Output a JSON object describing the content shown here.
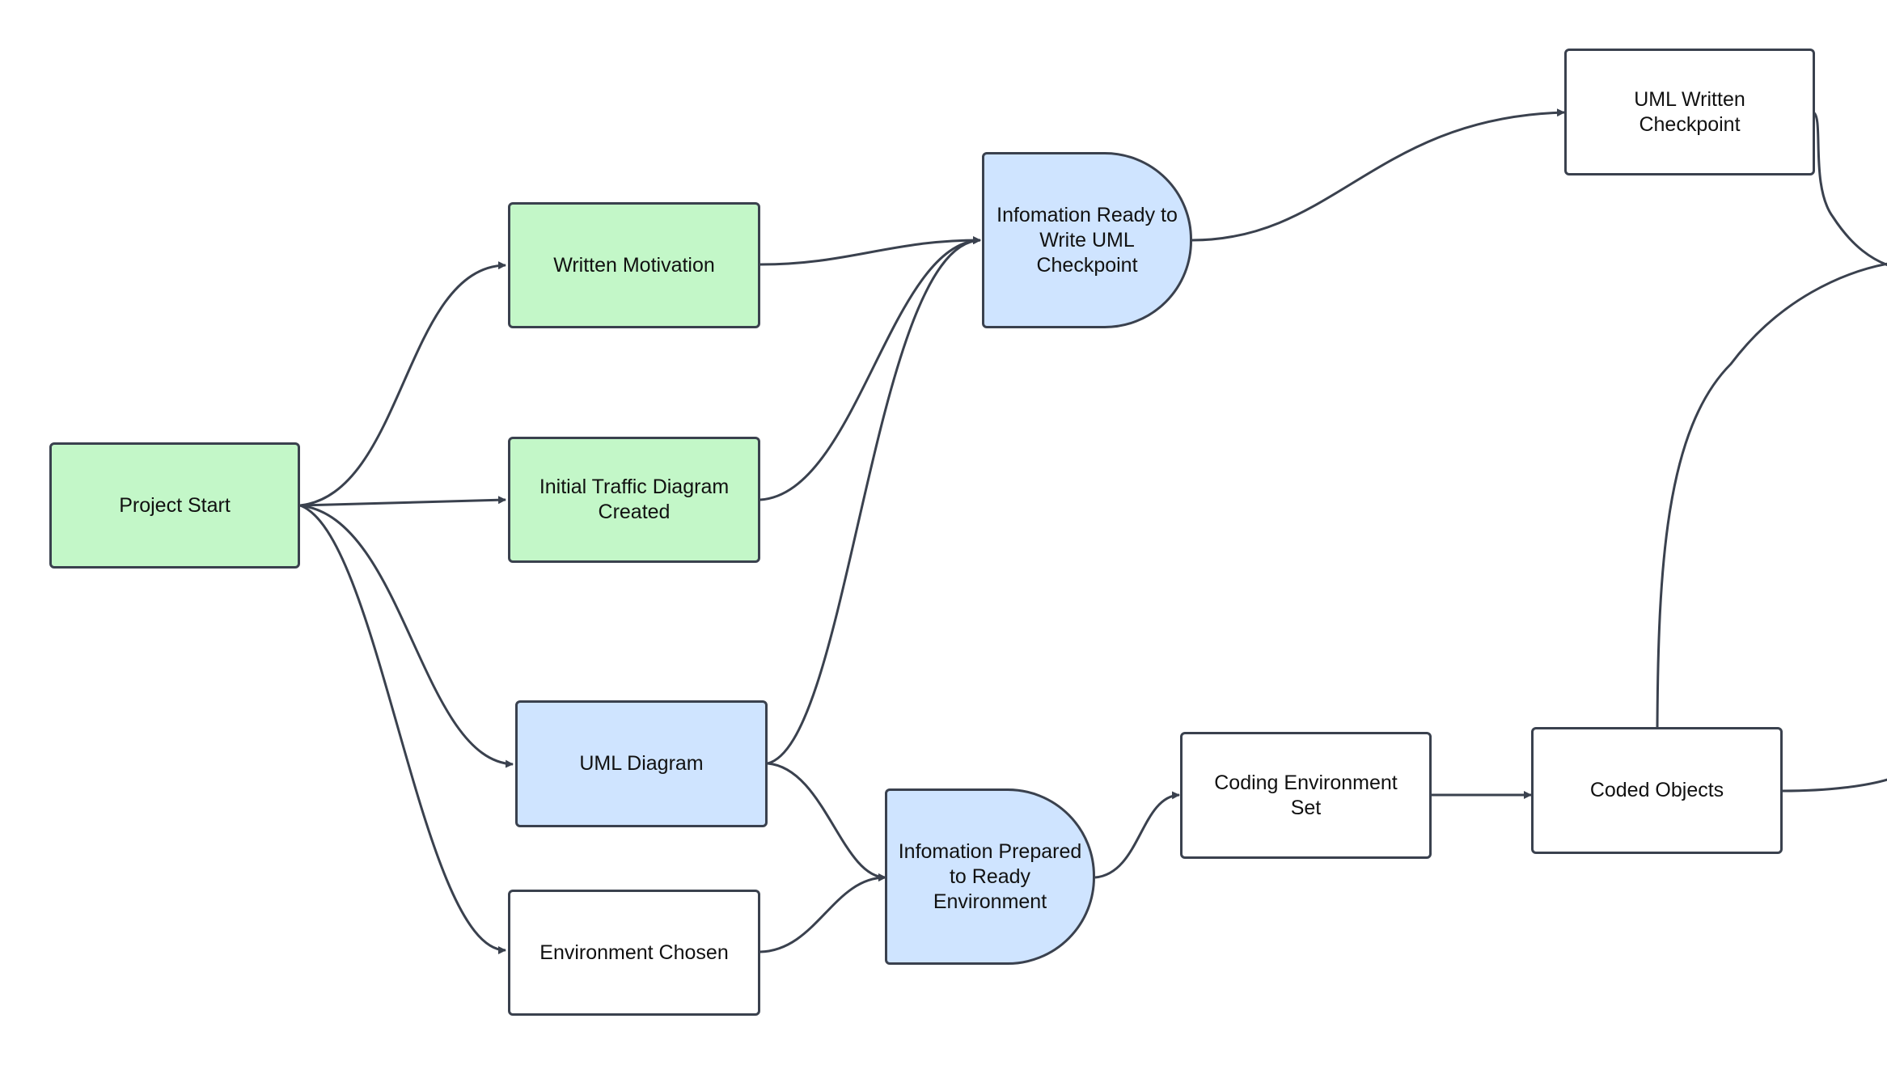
{
  "diagram": {
    "nodes": {
      "project_start": {
        "label": "Project Start",
        "fill": "#c3f7c8"
      },
      "written_motivation": {
        "label": "Written Motivation",
        "fill": "#c3f7c8"
      },
      "initial_traffic": {
        "label": "Initial Traffic Diagram\nCreated",
        "fill": "#c3f7c8"
      },
      "uml_diagram": {
        "label": "UML Diagram",
        "fill": "#cfe4ff"
      },
      "environment_chosen": {
        "label": "Environment Chosen",
        "fill": "#ffffff"
      },
      "info_ready_uml": {
        "label": "Infomation Ready to\nWrite UML\nCheckpoint",
        "fill": "#cfe4ff"
      },
      "info_prepared_env": {
        "label": "Infomation Prepared\nto Ready\nEnvironment",
        "fill": "#cfe4ff"
      },
      "coding_env_set": {
        "label": "Coding Environment\nSet",
        "fill": "#ffffff"
      },
      "coded_objects": {
        "label": "Coded Objects",
        "fill": "#ffffff"
      },
      "uml_written_checkpoint": {
        "label": "UML Written\nCheckpoint",
        "fill": "#ffffff"
      }
    },
    "edges": [
      {
        "from": "project_start",
        "to": "written_motivation",
        "arrow": true
      },
      {
        "from": "project_start",
        "to": "initial_traffic",
        "arrow": true
      },
      {
        "from": "project_start",
        "to": "uml_diagram",
        "arrow": true
      },
      {
        "from": "project_start",
        "to": "environment_chosen",
        "arrow": true
      },
      {
        "from": "written_motivation",
        "to": "info_ready_uml",
        "arrow": true
      },
      {
        "from": "initial_traffic",
        "to": "info_ready_uml",
        "arrow": true
      },
      {
        "from": "uml_diagram",
        "to": "info_ready_uml",
        "arrow": true
      },
      {
        "from": "uml_diagram",
        "to": "info_prepared_env",
        "arrow": true
      },
      {
        "from": "environment_chosen",
        "to": "info_prepared_env",
        "arrow": true
      },
      {
        "from": "info_prepared_env",
        "to": "coding_env_set",
        "arrow": true
      },
      {
        "from": "coding_env_set",
        "to": "coded_objects",
        "arrow": true
      },
      {
        "from": "info_ready_uml",
        "to": "uml_written_checkpoint",
        "arrow": true
      },
      {
        "from": "uml_written_checkpoint",
        "to": "offscreen",
        "arrow": false
      },
      {
        "from": "coded_objects",
        "to": "offscreen",
        "arrow": false
      },
      {
        "from": "coded_objects",
        "to": "offscreen",
        "arrow": false
      }
    ],
    "colors": {
      "stroke": "#3a414e",
      "green": "#c3f7c8",
      "blue": "#cfe4ff",
      "white": "#ffffff"
    }
  }
}
